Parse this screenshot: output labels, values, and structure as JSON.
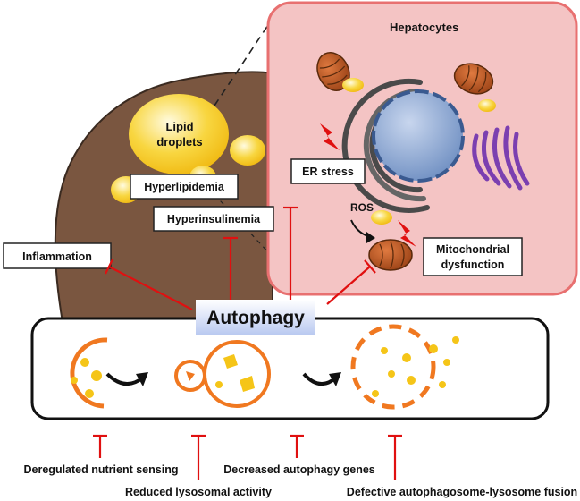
{
  "panel": {
    "title": "Hepatocytes"
  },
  "liver": {
    "lipid_droplets_line1": "Lipid",
    "lipid_droplets_line2": "droplets"
  },
  "boxes": {
    "inflammation": "Inflammation",
    "hyperlipidemia": "Hyperlipidemia",
    "hyperinsulinemia": "Hyperinsulinemia",
    "er_stress": "ER stress",
    "mito_line1": "Mitochondrial",
    "mito_line2": "dysfunction"
  },
  "ros": "ROS",
  "autophagy": {
    "title": "Autophagy"
  },
  "inhibitors": {
    "deregulated_nutrient_sensing": "Deregulated nutrient sensing",
    "reduced_lysosomal_activity": "Reduced lysosomal activity",
    "decreased_autophagy_genes": "Decreased autophagy genes",
    "defective_fusion": "Defective autophagosome-lysosome fusion"
  },
  "colors": {
    "liver": "#7a5640",
    "panel_fill": "#f4c4c4",
    "panel_border": "#e87070",
    "inhibit_line": "#e01010",
    "autophagy_orange": "#f07820",
    "lipid_yellow": "#f5c518",
    "nucleus": "#7f9ccc",
    "er": "#4a4a4a",
    "golgi": "#7b3fb0",
    "mitochondria": "#b5541c"
  }
}
